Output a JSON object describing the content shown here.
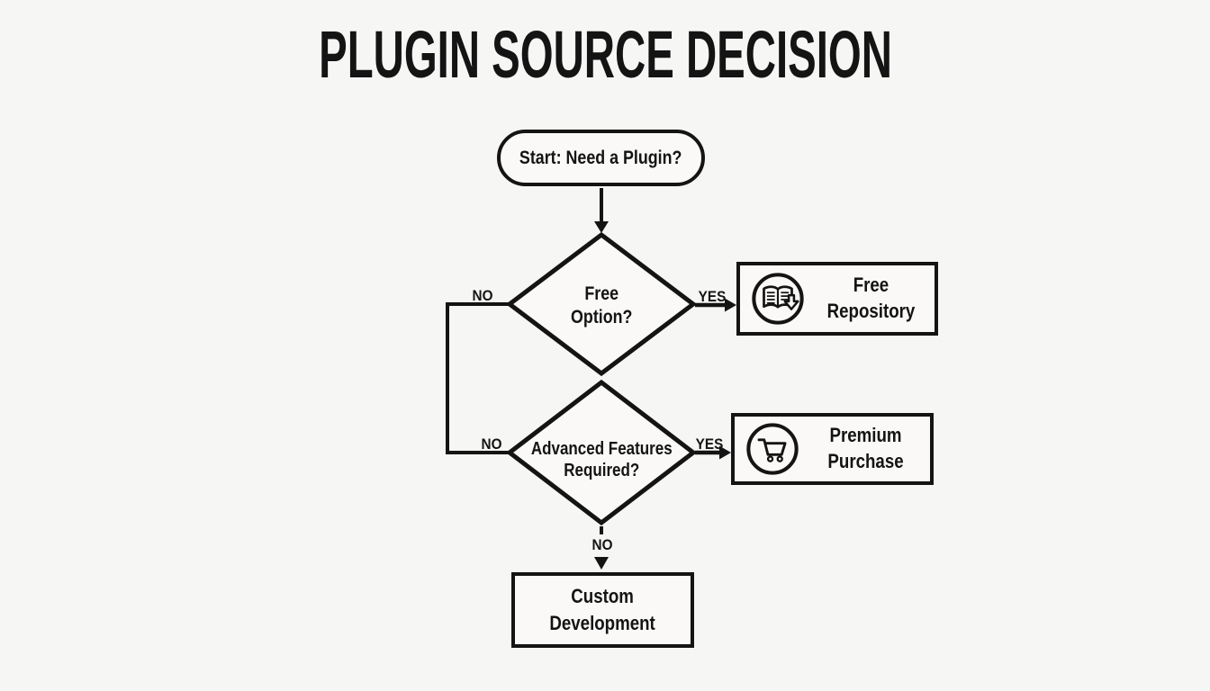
{
  "title": "PLUGIN SOURCE DECISION",
  "colors": {
    "background": "#f6f6f4",
    "stroke": "#141414",
    "node_fill": "#faf9f7",
    "text": "#141414"
  },
  "nodes": {
    "start": "Start: Need a Plugin?",
    "decision_free": "Free\nOption?",
    "decision_advanced": "Advanced Features\nRequired?",
    "free_repository": "Free\nRepository",
    "premium_purchase": "Premium\nPurchase",
    "custom_development": "Custom\nDevelopment"
  },
  "icons": {
    "free_repository": "book-download-icon",
    "premium_purchase": "shopping-cart-icon"
  },
  "edges": {
    "free_option_yes": "YES",
    "free_option_no": "NO",
    "advanced_entry_no": "NO",
    "advanced_yes": "YES",
    "advanced_no": "NO"
  }
}
